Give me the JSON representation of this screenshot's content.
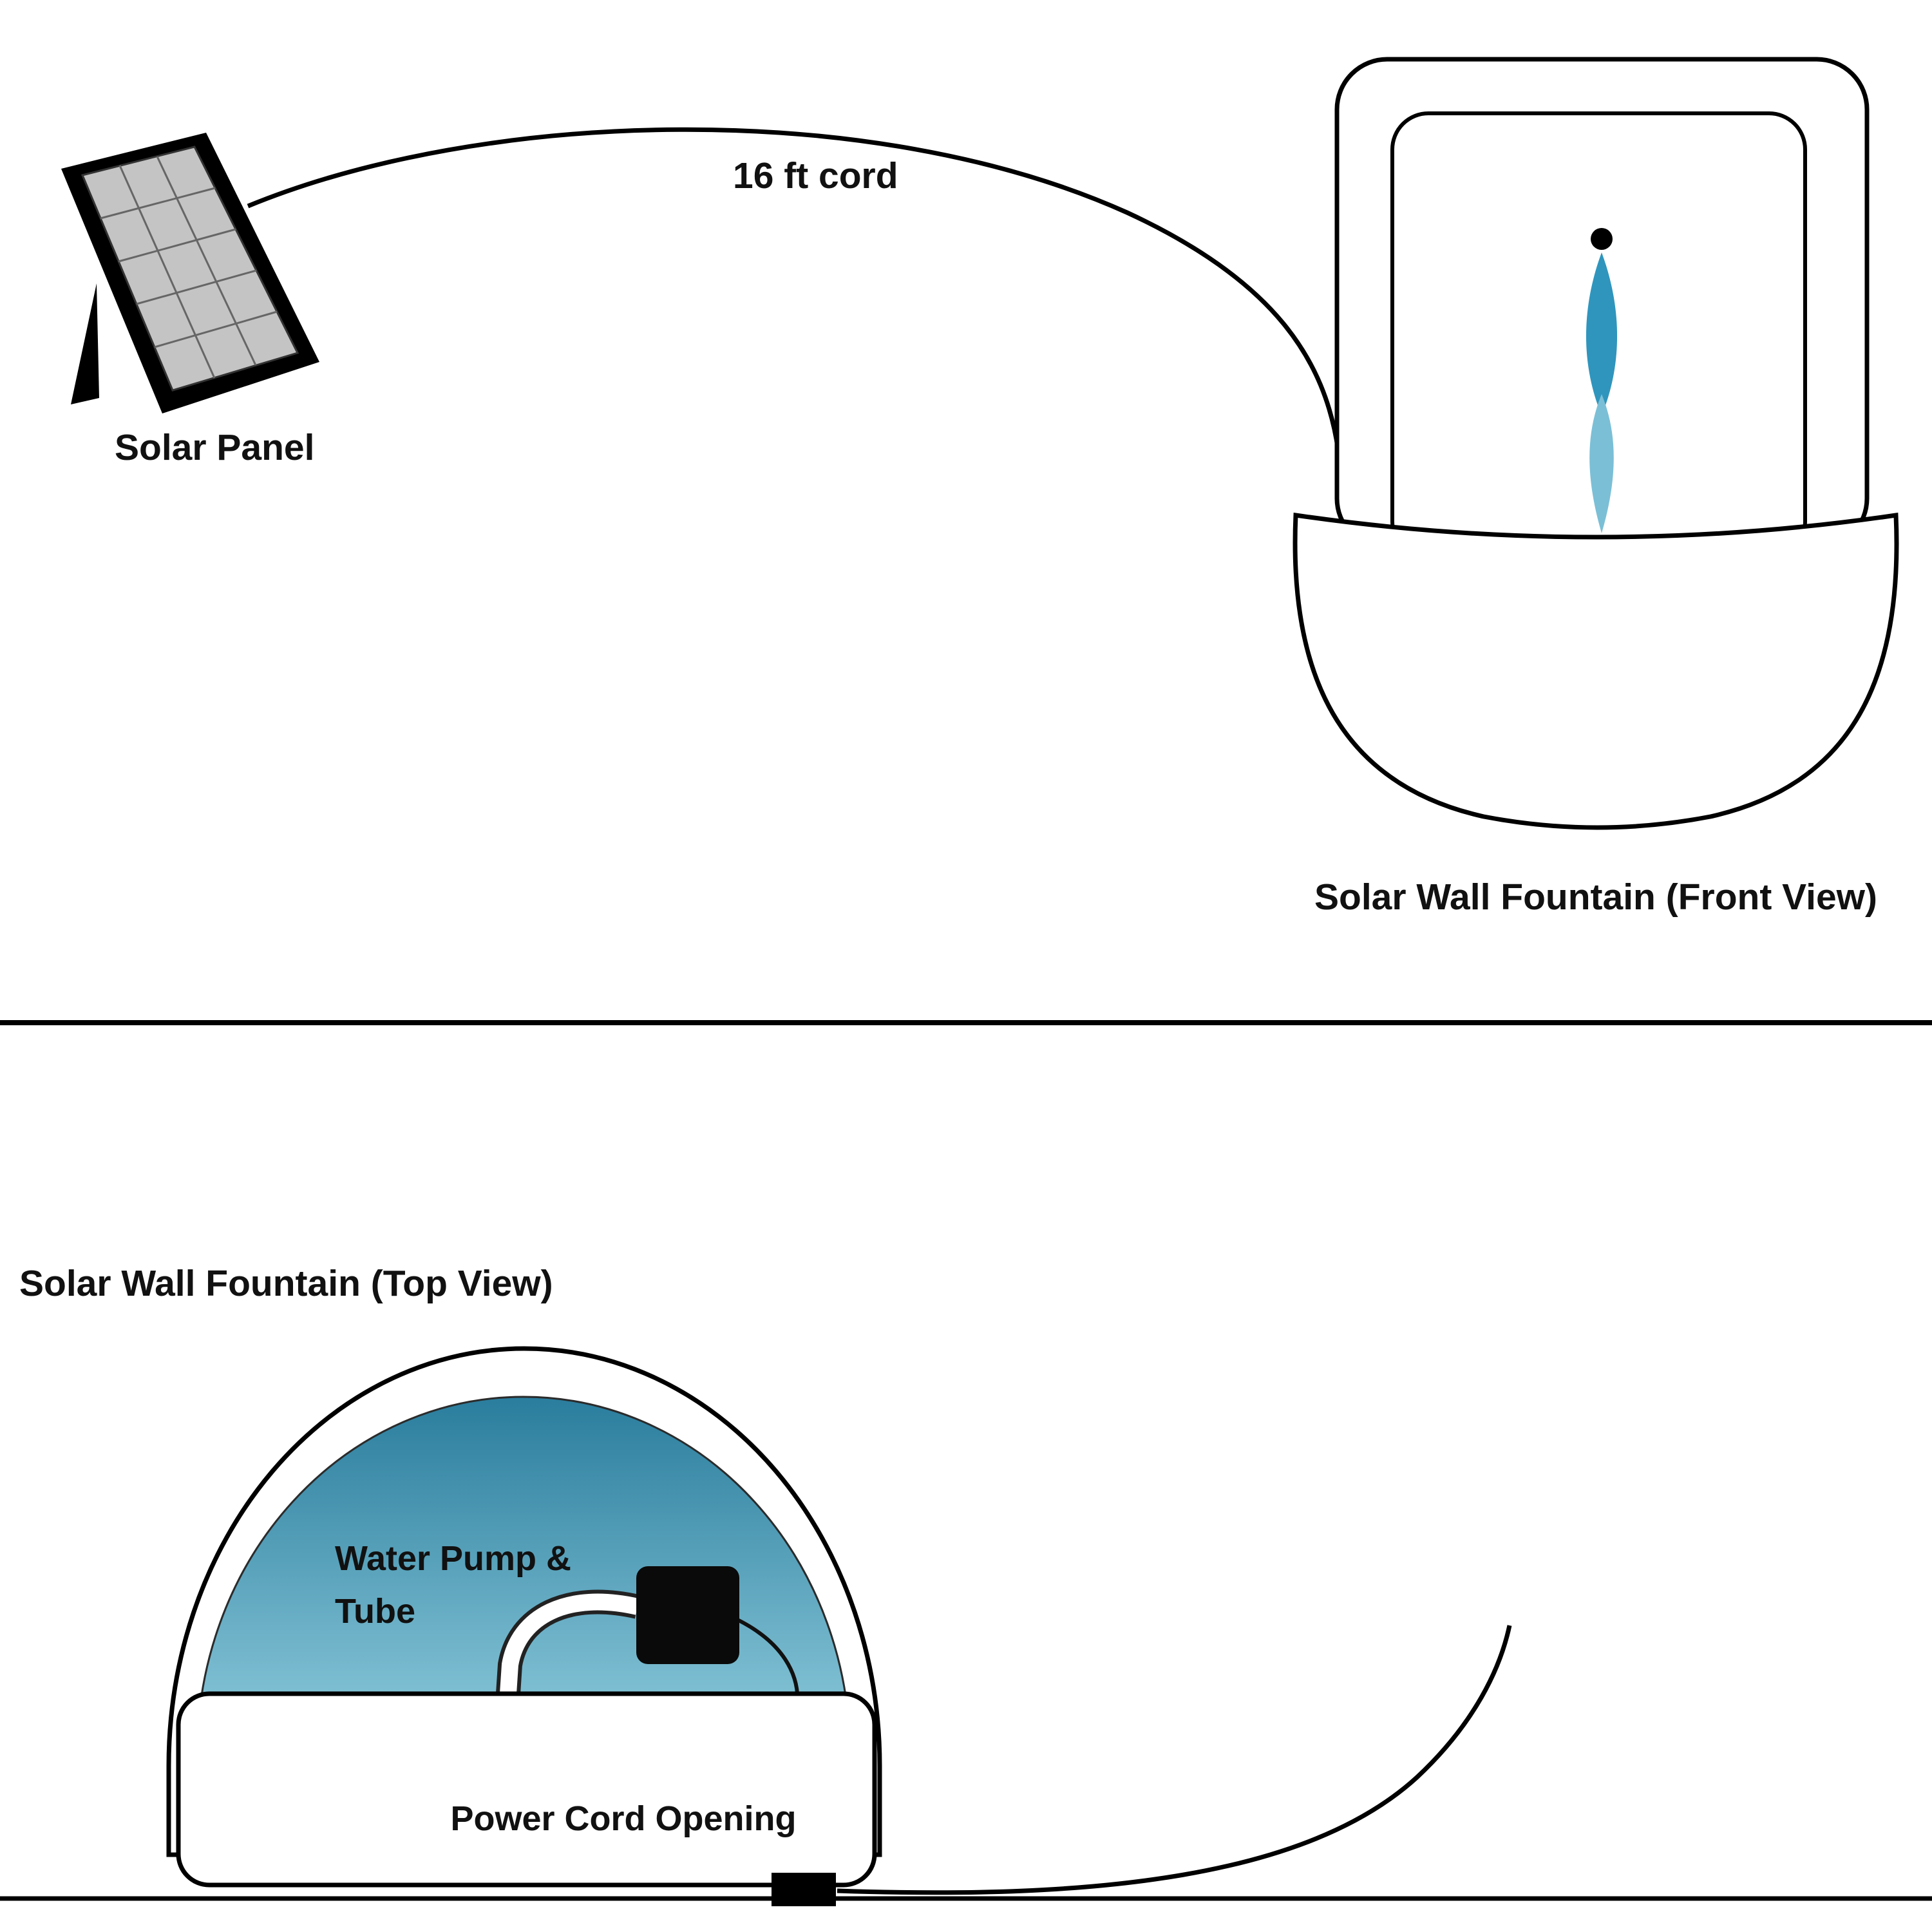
{
  "labels": {
    "solar_panel": "Solar Panel",
    "cord_length": "16 ft cord",
    "front_view_caption": "Solar Wall Fountain (Front View)",
    "top_view_caption": "Solar Wall Fountain (Top View)",
    "water_pump_line1": "Water Pump &",
    "water_pump_line2": "Tube",
    "power_cord_opening": "Power Cord Opening"
  },
  "colors": {
    "outline": "#000000",
    "panel_face": "#c4c4c4",
    "panel_grid": "#666666",
    "jet_upper": "#2f95bd",
    "jet_lower": "#7bbfd6",
    "water_top": "#2a7d9d",
    "water_bottom": "#8fccdd",
    "pump_black": "#0a0a0a"
  }
}
